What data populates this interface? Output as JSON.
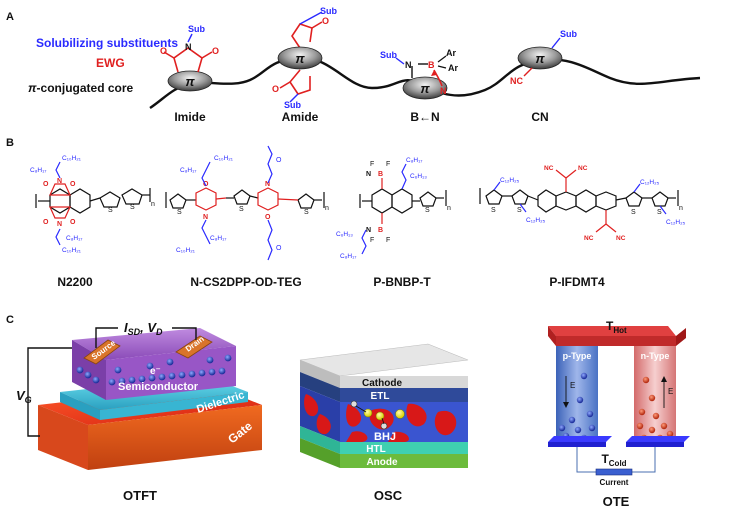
{
  "panel_a": {
    "label": "A",
    "legend_sub": "Solubilizing substituents",
    "legend_ewg": "EWG",
    "legend_core_pi": "π",
    "legend_core_rest": "-conjugated core",
    "pi": "π",
    "sub": "Sub",
    "ar": "Ar",
    "b": "B",
    "n": "N",
    "cn": "NC",
    "o": "O",
    "units": [
      {
        "label": "Imide"
      },
      {
        "label": "Amide"
      },
      {
        "label": "B←N"
      },
      {
        "label": "CN"
      }
    ]
  },
  "panel_b": {
    "label": "B",
    "polymers": [
      {
        "label": "N2200"
      },
      {
        "label": "N-CS2DPP-OD-TEG"
      },
      {
        "label": "P-BNBP-T"
      },
      {
        "label": "P-IFDMT4"
      }
    ],
    "chain_c10": "C₁₀H₂₁",
    "chain_c8": "C₈H₁₇",
    "chain_c6": "C₆H₁₃",
    "chain_c12": "C₁₂H₂₅",
    "n_sub": "n",
    "f": "F",
    "s": "S"
  },
  "panel_c": {
    "label": "C",
    "otft": {
      "source": "Source",
      "drain": "Drain",
      "electron": "e⁻",
      "semiconductor": "Semiconductor",
      "dielectric": "Dielectric",
      "gate": "Gate",
      "isd_vd": "I_SD, V_D",
      "i_main": "I",
      "i_sub": "SD",
      "v_main": "V",
      "v_sub": "D",
      "vg_main": "V",
      "vg_sub": "G",
      "caption": "OTFT"
    },
    "osc": {
      "cathode": "Cathode",
      "etl": "ETL",
      "bhj": "BHJ",
      "htl": "HTL",
      "anode": "Anode",
      "caption": "OSC"
    },
    "ote": {
      "t_hot_main": "T",
      "t_hot_sub": "Hot",
      "p_type": "p-Type",
      "n_type": "n-Type",
      "e_field": "E",
      "t_cold_main": "T",
      "t_cold_sub": "Cold",
      "current": "Current",
      "caption": "OTE"
    }
  },
  "colors": {
    "blue": "#2a2aff",
    "red": "#e02020",
    "black": "#111111"
  }
}
